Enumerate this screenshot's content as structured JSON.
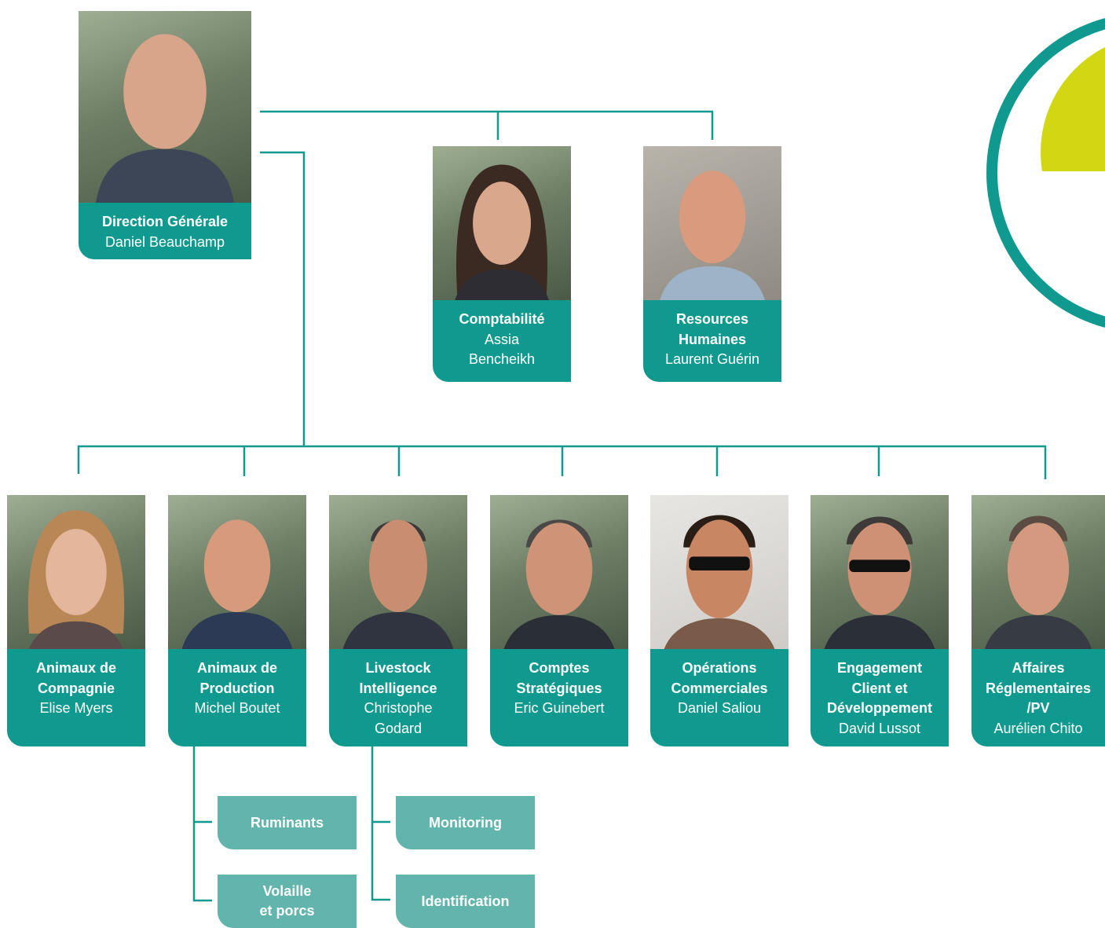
{
  "colors": {
    "label_bg": "#109a8f",
    "sub_bg": "#62b5ad",
    "line": "#109a8f",
    "logo_ring": "#109a8f",
    "logo_fill": "#d2d713"
  },
  "director": {
    "role": "Direction Générale",
    "name": "Daniel Beauchamp"
  },
  "staff": [
    {
      "role": "Comptabilité",
      "name": "Assia\nBencheikh"
    },
    {
      "role": "Resources\nHumaines",
      "name": "Laurent Guérin"
    }
  ],
  "departments": [
    {
      "role": "Animaux de\nCompagnie",
      "name": "Elise Myers"
    },
    {
      "role": "Animaux de\nProduction",
      "name": "Michel Boutet"
    },
    {
      "role": "Livestock\nIntelligence",
      "name": "Christophe\nGodard"
    },
    {
      "role": "Comptes\nStratégiques",
      "name": "Eric Guinebert"
    },
    {
      "role": "Opérations\nCommerciales",
      "name": "Daniel Saliou"
    },
    {
      "role": "Engagement\nClient et\nDéveloppement",
      "name": "David Lussot"
    },
    {
      "role": "Affaires\nRéglementaires\n/PV",
      "name": "Aurélien Chito"
    }
  ],
  "sub_units": {
    "production": [
      "Ruminants",
      "Volaille\net porcs"
    ],
    "livestock": [
      "Monitoring",
      "Identification"
    ]
  }
}
